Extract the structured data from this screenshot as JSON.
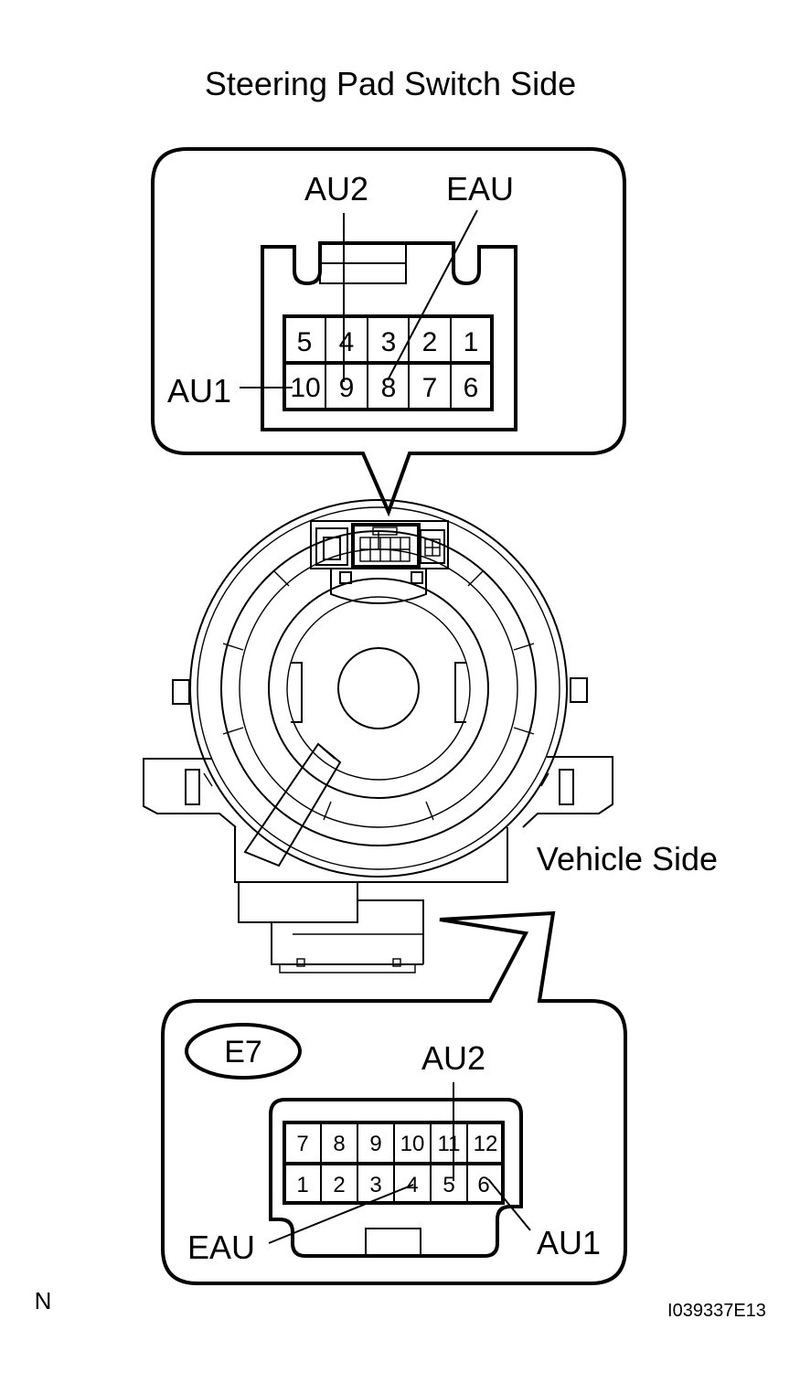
{
  "titles": {
    "top": "Steering Pad Switch Side",
    "vehicle": "Vehicle Side"
  },
  "top_connector": {
    "row1": [
      "5",
      "4",
      "3",
      "2",
      "1"
    ],
    "row2": [
      "10",
      "9",
      "8",
      "7",
      "6"
    ],
    "labels": {
      "au2": "AU2",
      "eau": "EAU",
      "au1": "AU1"
    }
  },
  "bottom_connector": {
    "code": "E7",
    "row1": [
      "7",
      "8",
      "9",
      "10",
      "11",
      "12"
    ],
    "row2": [
      "1",
      "2",
      "3",
      "4",
      "5",
      "6"
    ],
    "labels": {
      "au2": "AU2",
      "eau": "EAU",
      "au1": "AU1"
    }
  },
  "footer": {
    "left": "N",
    "right": "I039337E13"
  },
  "colors": {
    "line": "#000000",
    "background": "#ffffff"
  }
}
